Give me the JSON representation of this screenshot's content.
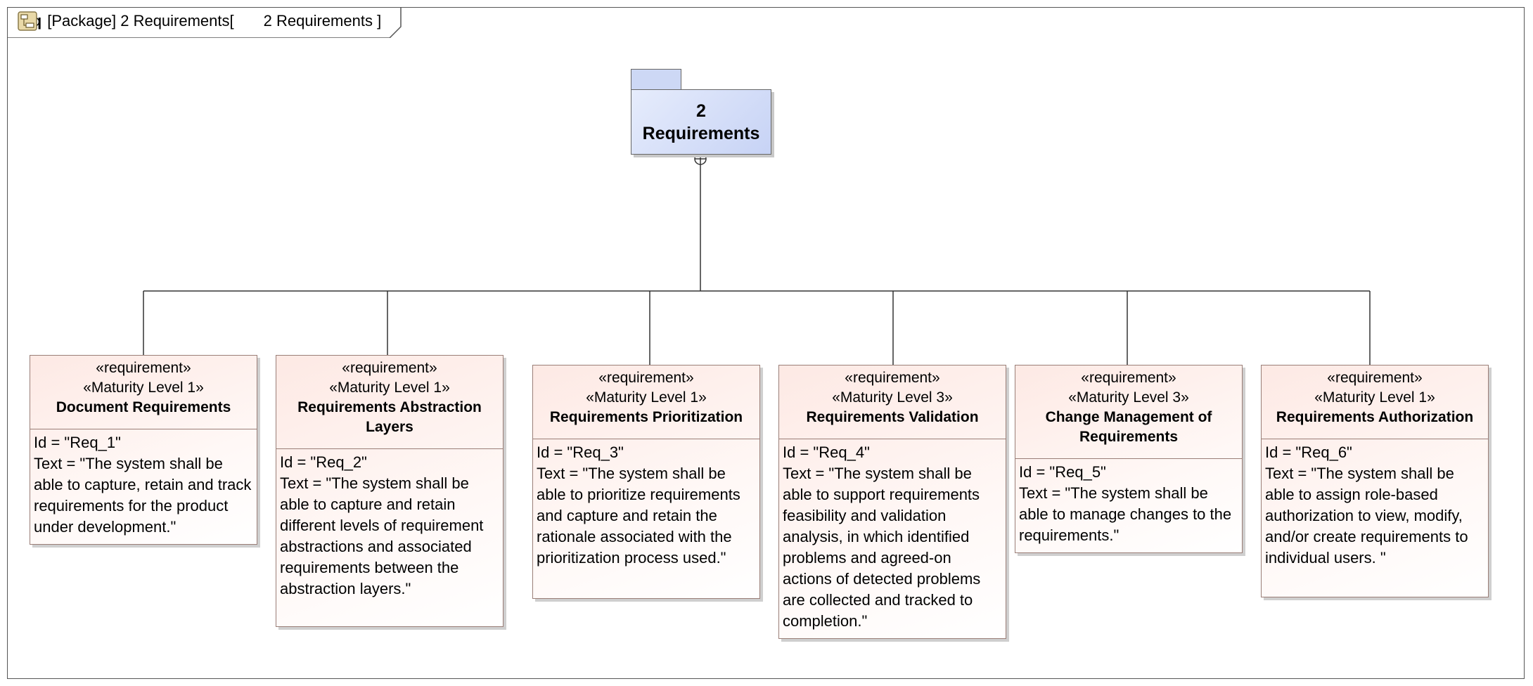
{
  "frame": {
    "kind": "req",
    "type": "[Package]",
    "name": "2 Requirements",
    "bracket_open": "[",
    "ref_name": "2 Requirements",
    "bracket_close": "]",
    "icon": "diagram-icon"
  },
  "package": {
    "line1": "2",
    "line2": "Requirements"
  },
  "requirements": [
    {
      "stereotype1": "«requirement»",
      "stereotype2": "«Maturity Level 1»",
      "name": "Document Requirements",
      "id_line": "Id = \"Req_1\"",
      "text_line": "Text = \"The system shall be able to capture, retain and track requirements for the product under development.\""
    },
    {
      "stereotype1": "«requirement»",
      "stereotype2": "«Maturity Level 1»",
      "name": "Requirements Abstraction Layers",
      "id_line": "Id = \"Req_2\"",
      "text_line": "Text = \"The system shall be able to capture and retain different levels of requirement abstractions and associated requirements between the abstraction layers.\""
    },
    {
      "stereotype1": "«requirement»",
      "stereotype2": "«Maturity Level 1»",
      "name": "Requirements Prioritization",
      "id_line": "Id = \"Req_3\"",
      "text_line": "Text = \"The system shall be able to prioritize requirements and capture and retain the rationale associated with the prioritization process used.\""
    },
    {
      "stereotype1": "«requirement»",
      "stereotype2": "«Maturity Level 3»",
      "name": "Requirements Validation",
      "id_line": "Id = \"Req_4\"",
      "text_line": "Text = \"The system shall be able to support requirements feasibility and validation analysis, in which identified problems and agreed-on actions of detected problems are collected and tracked to completion.\""
    },
    {
      "stereotype1": "«requirement»",
      "stereotype2": "«Maturity Level 3»",
      "name": "Change Management of Requirements",
      "id_line": "Id = \"Req_5\"",
      "text_line": "Text = \"The system shall be able to manage changes to the requirements.\""
    },
    {
      "stereotype1": "«requirement»",
      "stereotype2": "«Maturity Level 1»",
      "name": "Requirements Authorization",
      "id_line": "Id = \"Req_6\"",
      "text_line": "Text = \"The system shall be able to assign role-based authorization to view, modify, and/or create requirements to individual users. \""
    }
  ]
}
